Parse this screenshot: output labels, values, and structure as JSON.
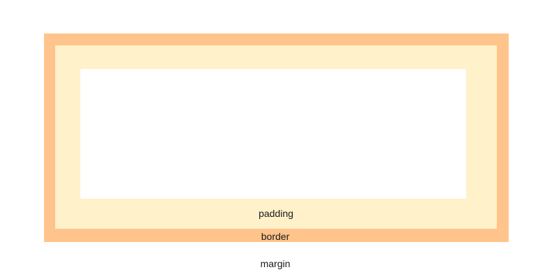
{
  "colors": {
    "margin": "#ffffff",
    "border": "#ffc48b",
    "padding": "#fff1c9",
    "content": "#ffffff"
  },
  "labels": {
    "padding": "padding",
    "border": "border",
    "margin": "margin"
  }
}
